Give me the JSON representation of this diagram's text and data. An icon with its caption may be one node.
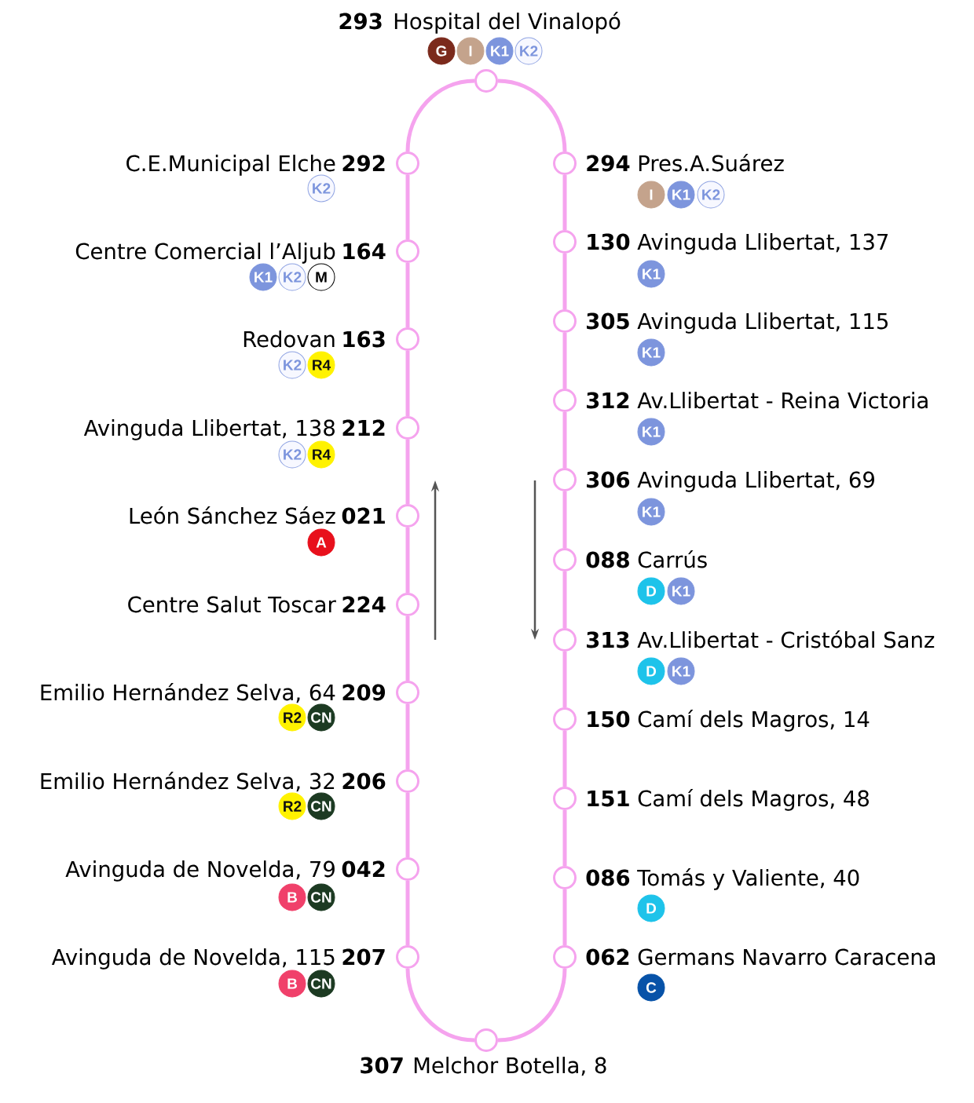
{
  "diagram": {
    "nodes": [
      {
        "text": [],
        "shape": "circle",
        "beside": [
          "293",
          "Hospital del Vinalopó"
        ]
      },
      {
        "text": [
          "G"
        ]
      },
      {
        "text": [
          "I"
        ]
      },
      {
        "text": [
          "K1"
        ]
      },
      {
        "text": [
          "K2"
        ]
      },
      {
        "text": [],
        "shape": "circle",
        "beside": [
          "294",
          "Pres.A.Suárez"
        ]
      },
      {
        "text": [
          "I"
        ]
      },
      {
        "text": [
          "K1"
        ]
      },
      {
        "text": [
          "K2"
        ]
      },
      {
        "text": [],
        "shape": "circle",
        "beside": [
          "130",
          "Avinguda Llibertat, 137"
        ]
      },
      {
        "text": [
          "K1"
        ]
      },
      {
        "text": [],
        "shape": "circle",
        "beside": [
          "305",
          "Avinguda Llibertat, 115"
        ]
      },
      {
        "text": [
          "K1"
        ]
      },
      {
        "text": [],
        "shape": "circle",
        "beside": [
          "312",
          "Av.Llibertat - Reina Victoria"
        ]
      },
      {
        "text": [
          "K1"
        ]
      },
      {
        "text": [],
        "shape": "circle",
        "beside": [
          "306",
          "Avinguda Llibertat, 69"
        ]
      },
      {
        "text": [
          "K1"
        ]
      },
      {
        "text": [],
        "shape": "circle",
        "beside": [
          "088",
          "Carrús"
        ]
      },
      {
        "text": [
          "D"
        ]
      },
      {
        "text": [
          "K1"
        ]
      },
      {
        "text": [],
        "shape": "circle",
        "beside": [
          "313",
          "Av.Llibertat - Cristóbal Sanz"
        ]
      },
      {
        "text": [
          "D"
        ]
      },
      {
        "text": [
          "K1"
        ]
      },
      {
        "text": [],
        "shape": "circle",
        "beside": [
          "150",
          "Camí dels Magros, 14"
        ]
      },
      {
        "text": [],
        "shape": "circle",
        "beside": [
          "151",
          "Camí dels Magros, 48"
        ]
      },
      {
        "text": [],
        "shape": "circle",
        "beside": [
          "086",
          "Tomás y Valiente, 40"
        ]
      },
      {
        "text": [
          "D"
        ]
      },
      {
        "text": [],
        "shape": "circle",
        "beside": [
          "062",
          "Germans Navarro Caracena"
        ]
      },
      {
        "text": [
          "C"
        ]
      },
      {
        "text": [],
        "shape": "circle",
        "beside": [
          "307",
          "Melchor Botella, 8"
        ]
      },
      {
        "text": [],
        "shape": "circle",
        "beside": [
          "207",
          "Avinguda de Novelda, 115"
        ]
      },
      {
        "text": [
          "B"
        ]
      },
      {
        "text": [
          "CN"
        ]
      },
      {
        "text": [],
        "shape": "circle",
        "beside": [
          "042",
          "Avinguda de Novelda, 79"
        ]
      },
      {
        "text": [
          "B"
        ]
      },
      {
        "text": [
          "CN"
        ]
      },
      {
        "text": [],
        "shape": "circle",
        "beside": [
          "206",
          "Emilio Hernández Selva, 32"
        ]
      },
      {
        "text": [
          "R2"
        ]
      },
      {
        "text": [
          "CN"
        ]
      },
      {
        "text": [],
        "shape": "circle",
        "beside": [
          "209",
          "Emilio Hernández Selva, 64"
        ]
      },
      {
        "text": [
          "R2"
        ]
      },
      {
        "text": [
          "CN"
        ]
      },
      {
        "text": [],
        "shape": "circle",
        "beside": [
          "224",
          "Centre Salut Toscar"
        ]
      },
      {
        "text": [],
        "shape": "circle",
        "beside": [
          "021",
          "León Sánchez Sáez"
        ]
      },
      {
        "text": [
          "A"
        ]
      },
      {
        "text": [],
        "shape": "circle",
        "beside": [
          "212",
          "Avinguda Llibertat, 138"
        ]
      },
      {
        "text": [
          "K2"
        ]
      },
      {
        "text": [
          "R4"
        ]
      },
      {
        "text": [],
        "shape": "circle",
        "beside": [
          "163",
          "Redovan"
        ]
      },
      {
        "text": [
          "K2"
        ]
      },
      {
        "text": [
          "R4"
        ]
      },
      {
        "text": [],
        "shape": "circle",
        "beside": [
          "164",
          "Centre Comercial l’Aljub"
        ]
      },
      {
        "text": [
          "K1"
        ]
      },
      {
        "text": [
          "K2"
        ]
      },
      {
        "text": [
          "M"
        ]
      },
      {
        "text": [],
        "shape": "circle",
        "beside": [
          "292",
          "C.E.Municipal Elche"
        ]
      },
      {
        "text": [
          "K2"
        ]
      }
    ],
    "edges": [
      {
        "from": 0,
        "to": 5,
        "arrow": "none"
      },
      {
        "from": 5,
        "to": 9,
        "arrow": "none"
      },
      {
        "from": 9,
        "to": 11,
        "arrow": "none"
      },
      {
        "from": 11,
        "to": 13,
        "arrow": "none"
      },
      {
        "from": 13,
        "to": 15,
        "arrow": "none"
      },
      {
        "from": 15,
        "to": 17,
        "arrow": "none"
      },
      {
        "from": 17,
        "to": 20,
        "arrow": "none"
      },
      {
        "from": 20,
        "to": 23,
        "arrow": "none"
      },
      {
        "from": 23,
        "to": 24,
        "arrow": "none"
      },
      {
        "from": 24,
        "to": 25,
        "arrow": "none"
      },
      {
        "from": 25,
        "to": 27,
        "arrow": "none"
      },
      {
        "from": 27,
        "to": 29,
        "arrow": "none"
      },
      {
        "from": 29,
        "to": 30,
        "arrow": "none"
      },
      {
        "from": 30,
        "to": 33,
        "arrow": "none"
      },
      {
        "from": 33,
        "to": 36,
        "arrow": "none"
      },
      {
        "from": 36,
        "to": 39,
        "arrow": "none"
      },
      {
        "from": 39,
        "to": 42,
        "arrow": "none"
      },
      {
        "from": 42,
        "to": 43,
        "arrow": "none"
      },
      {
        "from": 43,
        "to": 45,
        "arrow": "none"
      },
      {
        "from": 45,
        "to": 48,
        "arrow": "none"
      },
      {
        "from": 48,
        "to": 51,
        "arrow": "none"
      },
      {
        "from": 51,
        "to": 55,
        "arrow": "none"
      },
      {
        "from": 55,
        "to": 0,
        "arrow": "none"
      }
    ]
  }
}
